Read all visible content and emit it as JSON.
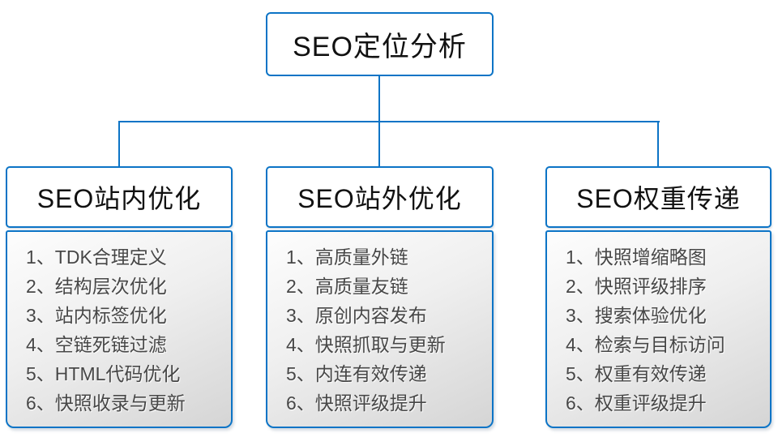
{
  "root": {
    "label": "SEO定位分析"
  },
  "columns": [
    {
      "title": "SEO站内优化",
      "items": [
        "1、TDK合理定义",
        "2、结构层次优化",
        "3、站内标签优化",
        "4、空链死链过滤",
        "5、HTML代码优化",
        "6、快照收录与更新"
      ]
    },
    {
      "title": "SEO站外优化",
      "items": [
        "1、高质量外链",
        "2、高质量友链",
        "3、原创内容发布",
        "4、快照抓取与更新",
        "5、内连有效传递",
        "6、快照评级提升"
      ]
    },
    {
      "title": "SEO权重传递",
      "items": [
        "1、快照增缩略图",
        "2、快照评级排序",
        "3、搜索体验优化",
        "4、检索与目标访问",
        "5、权重有效传递",
        "6、权重评级提升"
      ]
    }
  ],
  "colors": {
    "accent": "#0c74c6",
    "title-text": "#111111",
    "item-text": "#474747",
    "list-bg-top": "#fdfdfd",
    "list-bg-bottom": "#d5d5d5"
  }
}
